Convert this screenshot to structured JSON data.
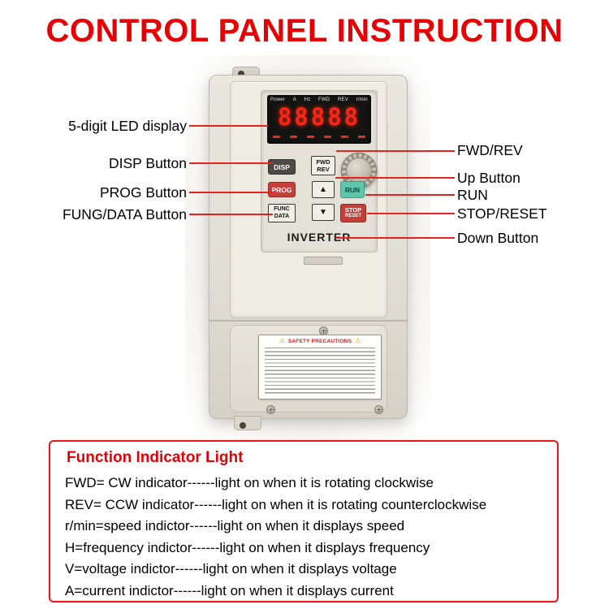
{
  "title": "CONTROL PANEL INSTRUCTION",
  "device": {
    "brand": "INVERTER",
    "display": {
      "indicators": [
        "Power",
        "A",
        "Hz",
        "FWD",
        "REV",
        "r/min"
      ],
      "digits": "88888"
    },
    "buttons": {
      "disp": "DISP",
      "fwd": "FWD",
      "rev": "REV",
      "prog": "PROG",
      "up_icon": "▲",
      "run": "RUN",
      "func": "FUNC",
      "data": "DATA",
      "down_icon": "▼",
      "stop": "STOP",
      "reset": "RESET"
    },
    "safety_label": {
      "warning_icon": "⚠",
      "title": "SAFETY PRECAUTIONS"
    }
  },
  "callouts": {
    "left": [
      {
        "label": "5-digit LED display"
      },
      {
        "label": "DISP Button"
      },
      {
        "label": "PROG Button"
      },
      {
        "label": "FUNG/DATA Button"
      }
    ],
    "right": [
      {
        "label": "FWD/REV"
      },
      {
        "label": "Up Button"
      },
      {
        "label": "RUN"
      },
      {
        "label": "STOP/RESET"
      },
      {
        "label": "Down Button"
      }
    ]
  },
  "legend": {
    "title": "Function Indicator Light",
    "lines": [
      "FWD= CW indicator------light on when it is rotating clockwise",
      "REV= CCW indicator------light on when it is rotating counterclockwise",
      "r/min=speed indictor------light on when it displays speed",
      "H=frequency indictor------light on when it displays frequency",
      "V=voltage indictor------light on when it displays voltage",
      "A=current indictor------light on when it displays current"
    ]
  },
  "colors": {
    "accent_red": "#e60000",
    "run_green": "#5fc6ae",
    "stop_red": "#c33f38",
    "led_red": "#ff2416"
  }
}
